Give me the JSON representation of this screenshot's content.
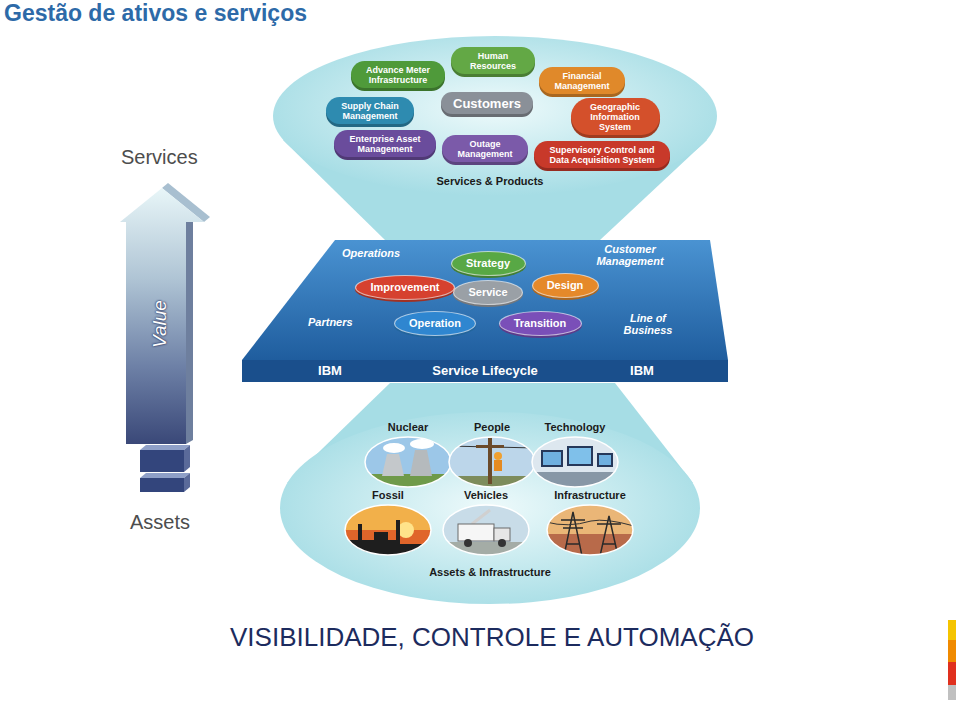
{
  "diagram": {
    "title": "Gestão de ativos e serviços",
    "caption": "VISIBILIDADE, CONTROLE E AUTOMAÇÃO",
    "nodes": [
      {
        "text": [
          "Services & Products"
        ]
      },
      {
        "text": [
          "Human Resources"
        ],
        "in": 0
      },
      {
        "text": [
          "Advance Meter Infrastructure"
        ],
        "in": 0
      },
      {
        "text": [
          "Financial Management"
        ],
        "in": 0
      },
      {
        "text": [
          "Supply Chain Management"
        ],
        "in": 0
      },
      {
        "text": [
          "Customers"
        ],
        "in": 0
      },
      {
        "text": [
          "Geographic Information System"
        ],
        "in": 0
      },
      {
        "text": [
          "Enterprise Asset Management"
        ],
        "in": 0
      },
      {
        "text": [
          "Outage Management"
        ],
        "in": 0
      },
      {
        "text": [
          "Supervisory Control and Data Acquisition System"
        ],
        "in": 0
      },
      {
        "text": [
          "IBM",
          "Service Lifecycle",
          "IBM"
        ]
      },
      {
        "text": [
          "Strategy"
        ],
        "in": 10
      },
      {
        "text": [
          "Improvement"
        ],
        "in": 10
      },
      {
        "text": [
          "Service"
        ],
        "in": 10
      },
      {
        "text": [
          "Design"
        ],
        "in": 10
      },
      {
        "text": [
          "Operation"
        ],
        "in": 10
      },
      {
        "text": [
          "Transition"
        ],
        "in": 10
      },
      {
        "text": [
          "Assets & Infrastructure"
        ]
      },
      {
        "text": [
          "Nuclear"
        ],
        "in": 17
      },
      {
        "text": [
          "People"
        ],
        "in": 17
      },
      {
        "text": [
          "Technology"
        ],
        "in": 17
      },
      {
        "text": [
          "Fossil"
        ],
        "in": 17
      },
      {
        "text": [
          "Vehicles"
        ],
        "in": 17
      },
      {
        "text": [
          "Infrastructure"
        ],
        "in": 17
      }
    ],
    "labels": [
      "Services",
      "Value",
      "Operations",
      "Customer Management",
      "Partners",
      "Line of Business",
      "Assets"
    ]
  }
}
